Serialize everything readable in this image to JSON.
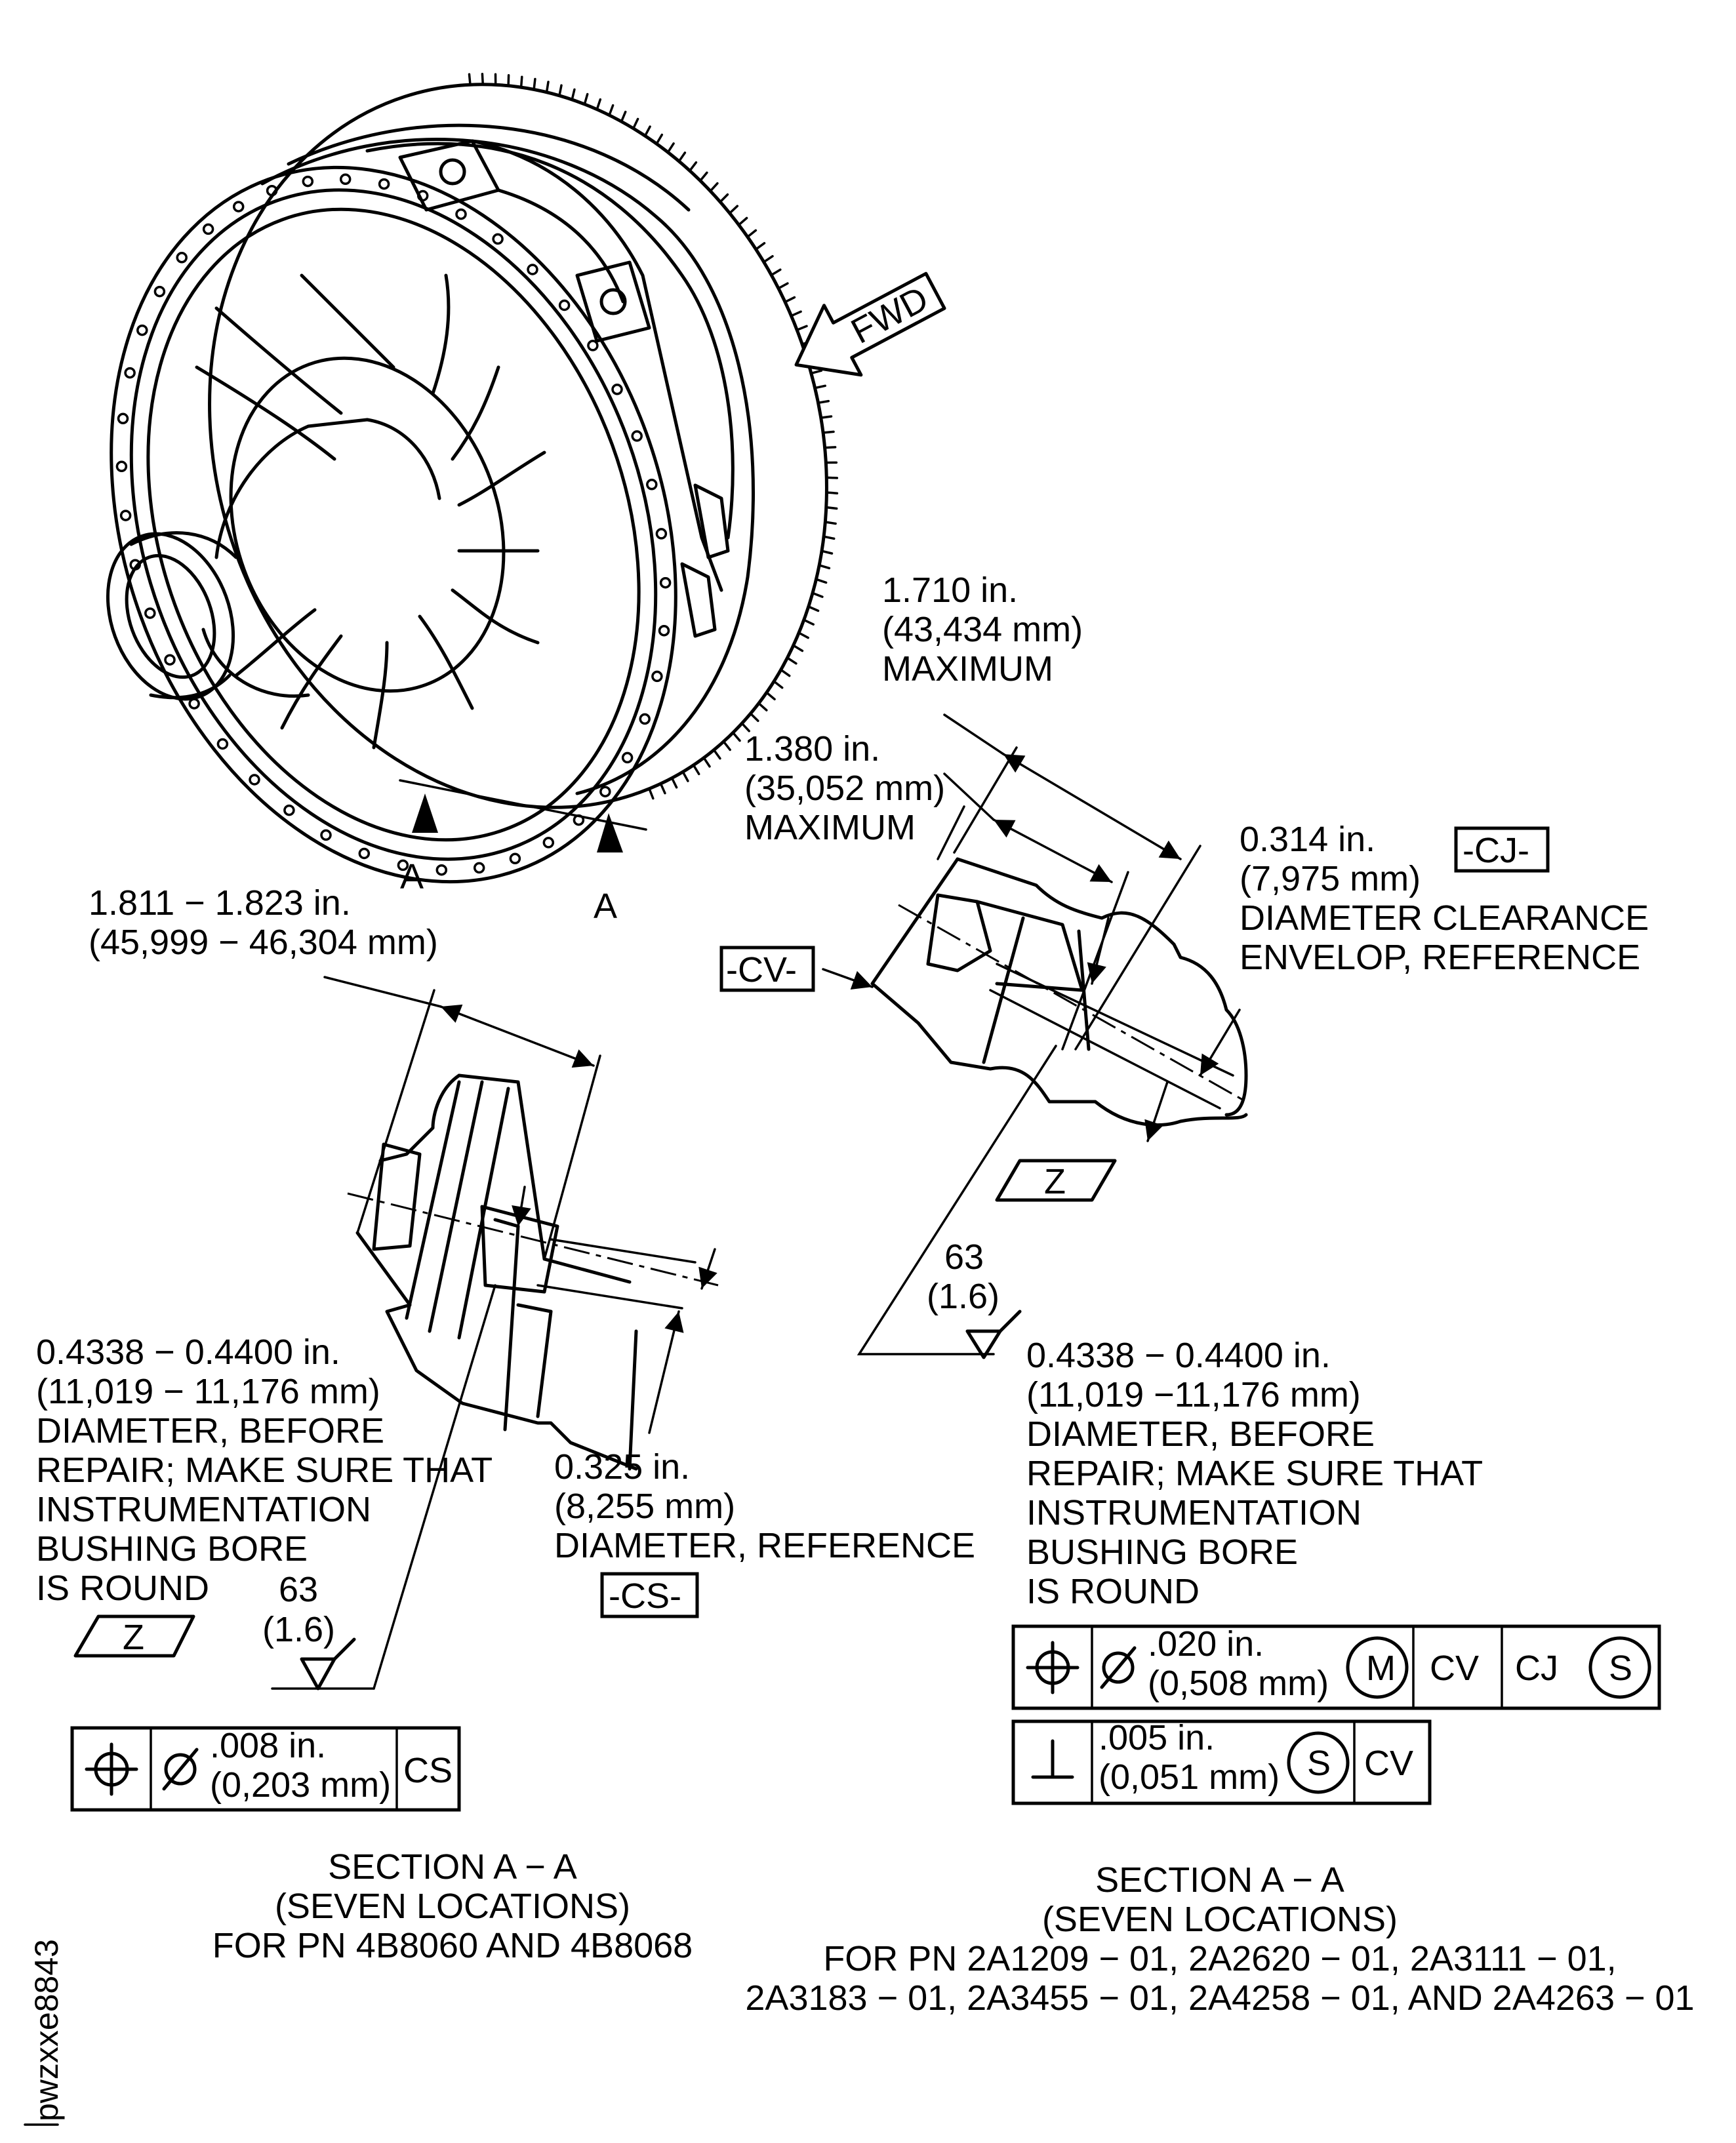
{
  "fwd_label": "FWD",
  "section_arrows": {
    "left": "A",
    "right": "A"
  },
  "dims": {
    "d1710": {
      "in": "1.710 in.",
      "mm": "(43,434 mm)",
      "note": "MAXIMUM"
    },
    "d1380": {
      "in": "1.380 in.",
      "mm": "(35,052 mm)",
      "note": "MAXIMUM"
    },
    "d0314": {
      "in": "0.314 in.",
      "mm": "(7,975 mm)",
      "line3": "DIAMETER CLEARANCE",
      "line4": "ENVELOP, REFERENCE"
    },
    "d1811": {
      "in": "1.811 − 1.823 in.",
      "mm": "(45,999 − 46,304 mm)"
    },
    "d0325": {
      "in": "0.325 in.",
      "mm": "(8,255 mm)",
      "note": "DIAMETER, REFERENCE"
    }
  },
  "datums": {
    "cj": "-CJ-",
    "cv": "-CV-",
    "cs": "-CS-",
    "z": "Z"
  },
  "bore_left": [
    "0.4338 − 0.4400 in.",
    "(11,019 − 11,176 mm)",
    "DIAMETER, BEFORE",
    "REPAIR; MAKE SURE THAT",
    "INSTRUMENTATION",
    "BUSHING BORE",
    "IS ROUND"
  ],
  "bore_right": [
    "0.4338 − 0.4400 in.",
    "(11,019 −11,176 mm)",
    "DIAMETER, BEFORE",
    "REPAIR; MAKE SURE THAT",
    "INSTRUMENTATION",
    "BUSHING BORE",
    "IS ROUND"
  ],
  "finish": {
    "value": "63",
    "metric": "(1.6)"
  },
  "fcf_left": {
    "tol_in": ".008 in.",
    "tol_mm": "(0,203 mm)",
    "datum": "CS"
  },
  "fcf_right_pos": {
    "tol_in": ".020 in.",
    "tol_mm": "(0,508 mm)",
    "mod": "M",
    "datum1": "CV",
    "datum2": "CJ",
    "mod2": "S"
  },
  "fcf_right_perp": {
    "tol_in": ".005 in.",
    "tol_mm": "(0,051 mm)",
    "mod": "S",
    "datum": "CV"
  },
  "caption_left": [
    "SECTION A − A",
    "(SEVEN LOCATIONS)",
    "FOR PN 4B8060 AND 4B8068"
  ],
  "caption_right": [
    "SECTION A − A",
    "(SEVEN LOCATIONS)",
    "FOR PN 2A1209 − 01, 2A2620 − 01, 2A3111 − 01,",
    "2A3183 − 01, 2A3455 − 01, 2A4258 − 01, AND 2A4263 − 01"
  ],
  "figure_id": "pwzxxe8843",
  "icons": [
    "position-symbol",
    "diameter-symbol",
    "perpendicularity-symbol",
    "fwd-arrow",
    "section-arrow"
  ]
}
